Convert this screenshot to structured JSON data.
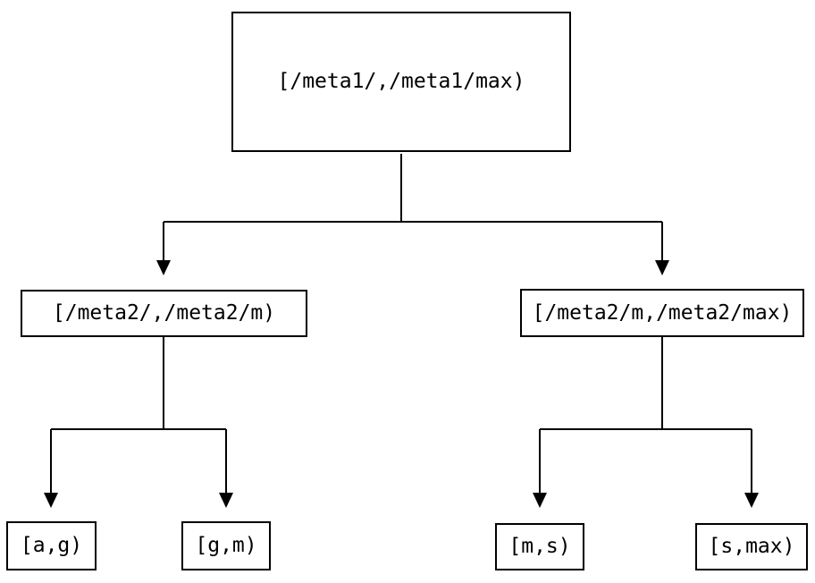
{
  "colors": {
    "background": "#ffffff",
    "line": "#000000",
    "text": "#000000"
  },
  "tree": {
    "root": {
      "label": "[/meta1/,/meta1/max)"
    },
    "level2": [
      {
        "label": "[/meta2/,/meta2/m)"
      },
      {
        "label": "[/meta2/m,/meta2/max)"
      }
    ],
    "leaves": [
      {
        "label": "[a,g)"
      },
      {
        "label": "[g,m)"
      },
      {
        "label": "[m,s)"
      },
      {
        "label": "[s,max)"
      }
    ]
  }
}
